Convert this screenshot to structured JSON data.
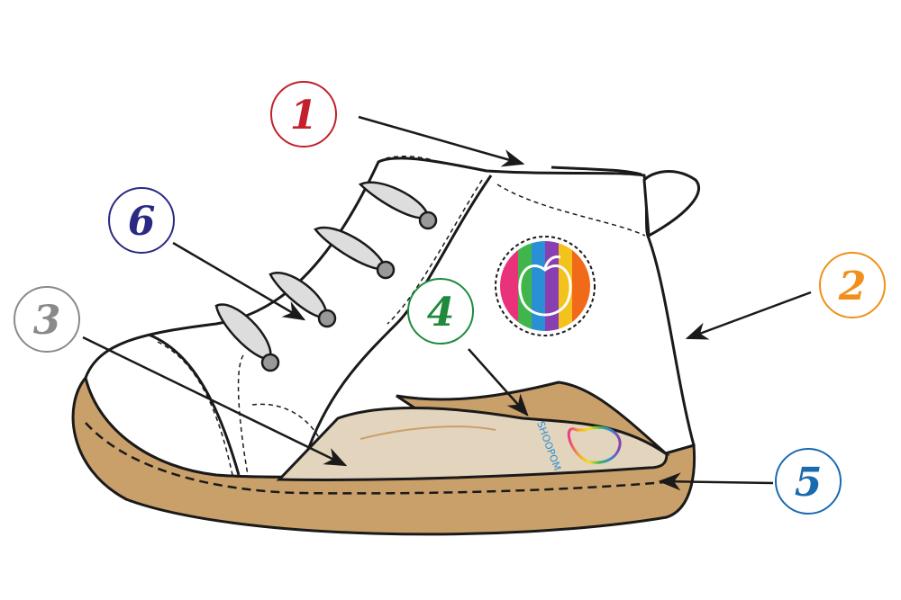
{
  "callouts": [
    {
      "label": "1",
      "color": "#c3202b"
    },
    {
      "label": "2",
      "color": "#f0901a"
    },
    {
      "label": "3",
      "color": "#8a8a8a"
    },
    {
      "label": "4",
      "color": "#1f8a3b"
    },
    {
      "label": "5",
      "color": "#1a6ab0"
    },
    {
      "label": "6",
      "color": "#2b2a82"
    }
  ],
  "logo_text": "SHOOPOM",
  "colors": {
    "sole": "#c9a06a",
    "insole": "#e2d4bd",
    "insole_back": "#c9a06a",
    "outline": "#1a1a1a"
  }
}
